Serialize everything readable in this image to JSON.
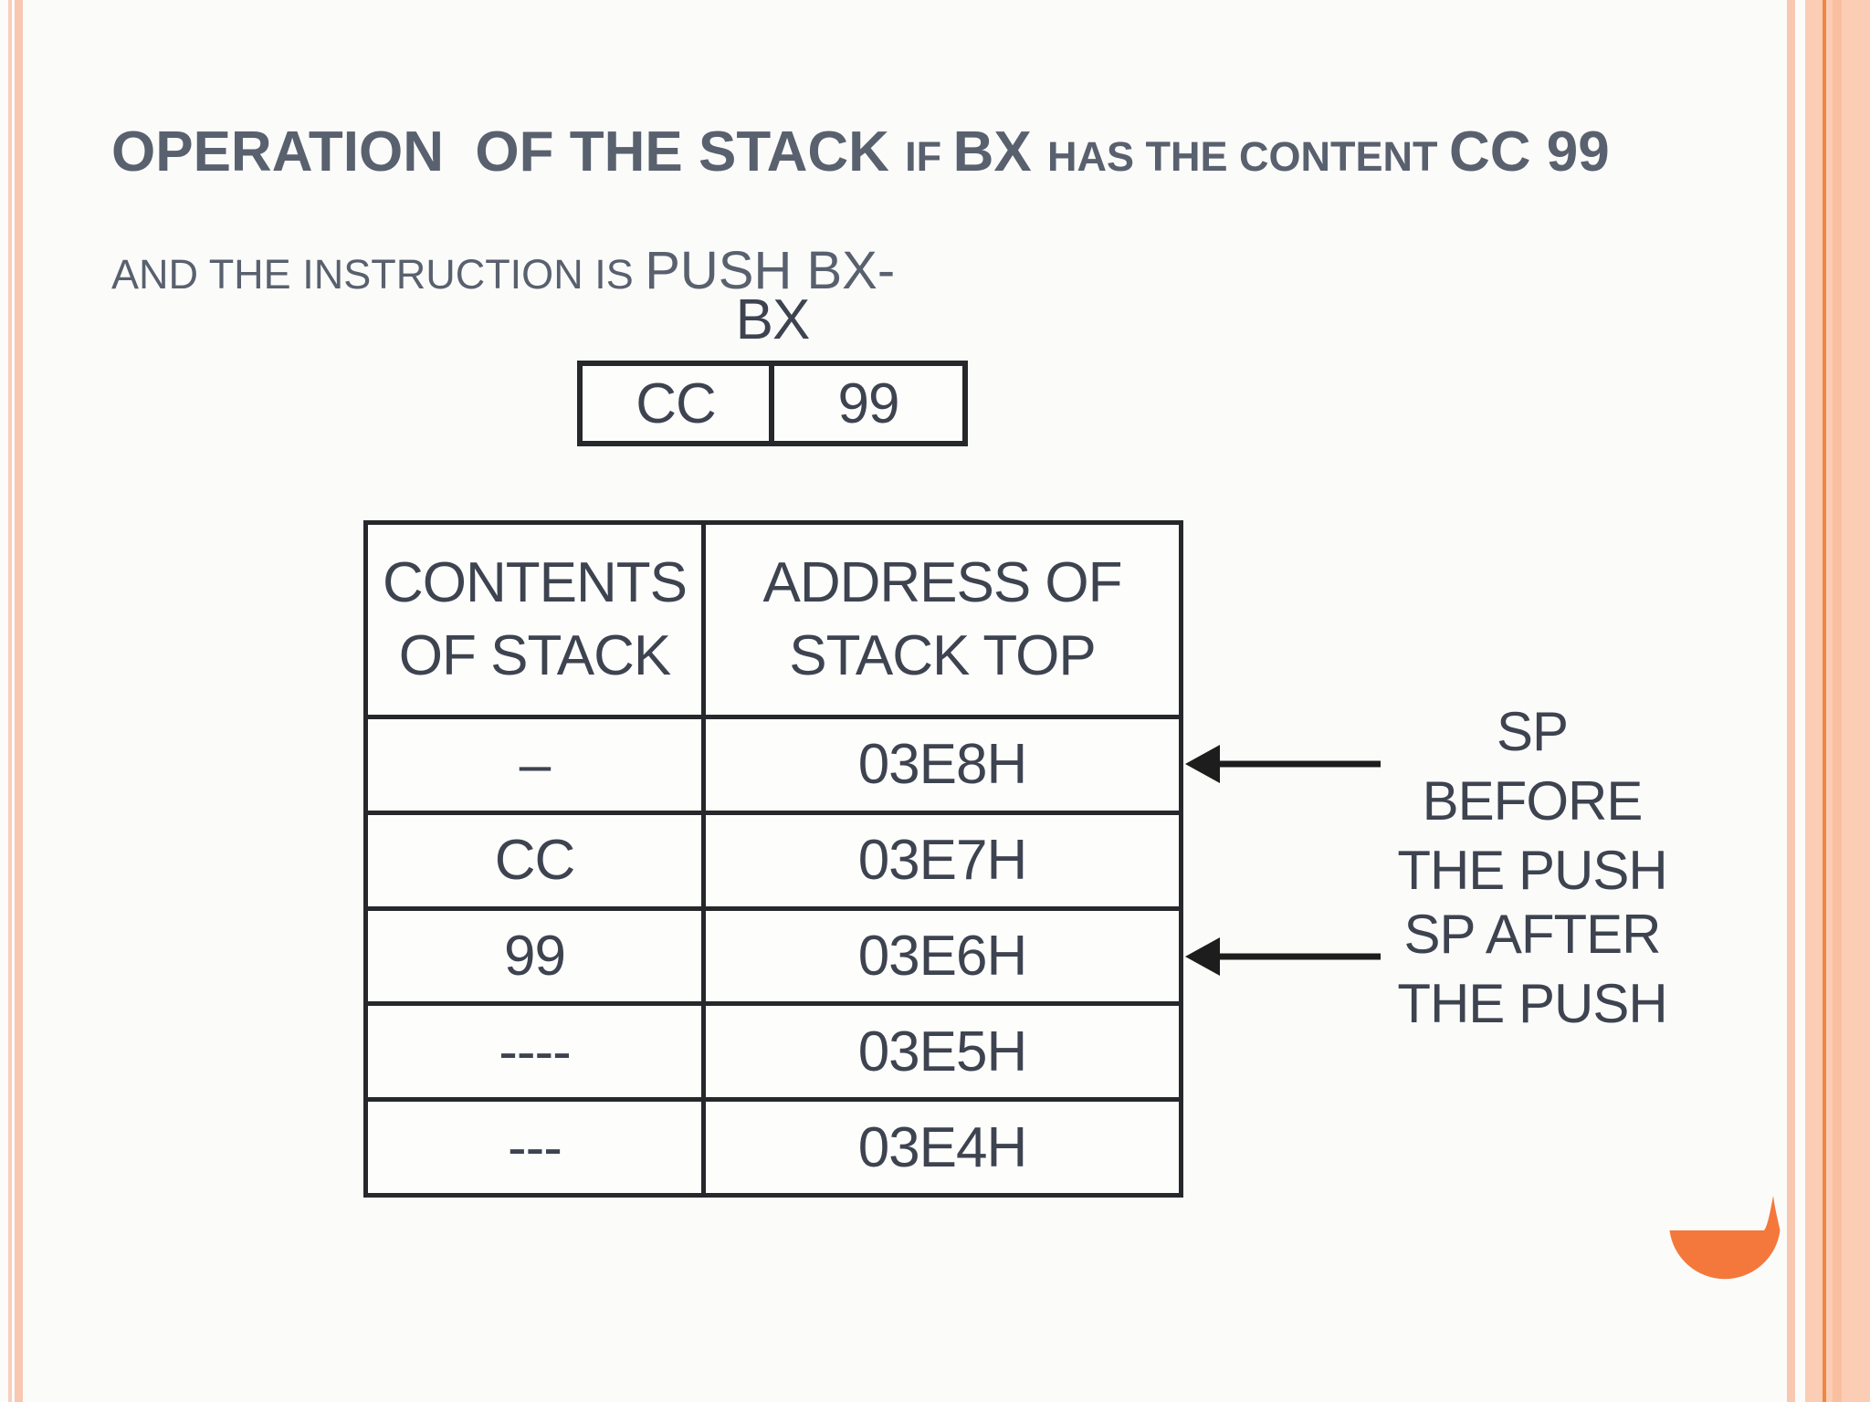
{
  "title": {
    "l1_part1": "OPERATION  OF THE STACK ",
    "l1_part2": "IF ",
    "l1_part3": "BX ",
    "l1_part4": "HAS THE CONTENT ",
    "l1_part5": "CC 99",
    "l2_part1": "AND THE INSTRUCTION IS ",
    "l2_part2": "PUSH BX-"
  },
  "register": {
    "label": "BX",
    "high_byte": "CC",
    "low_byte": "99"
  },
  "table": {
    "headers": [
      [
        "CONTENTS",
        "OF STACK"
      ],
      [
        "ADDRESS OF",
        "STACK TOP"
      ]
    ],
    "rows": [
      [
        "–",
        "03E8H"
      ],
      [
        "CC",
        "03E7H"
      ],
      [
        "99",
        "03E6H"
      ],
      [
        "----",
        "03E5H"
      ],
      [
        "---",
        "03E4H"
      ]
    ]
  },
  "annotations": {
    "sp_before": {
      "line1": "SP BEFORE",
      "line2": "THE PUSH"
    },
    "sp_after": {
      "line1": "SP AFTER",
      "line2": "THE PUSH"
    }
  },
  "colors": {
    "title_text": "#59606E",
    "figure_text": "#3E4350",
    "table_border": "#26282B",
    "arrow_black": "#1D1D1D",
    "stripe_peach": "#F9C8B1",
    "stripe_peach_light": "#FBCDB4",
    "stripe_peach_mid": "#FABF9F",
    "accent_orange_line": "#EF8742",
    "decoration_orange": "#F4783B"
  }
}
